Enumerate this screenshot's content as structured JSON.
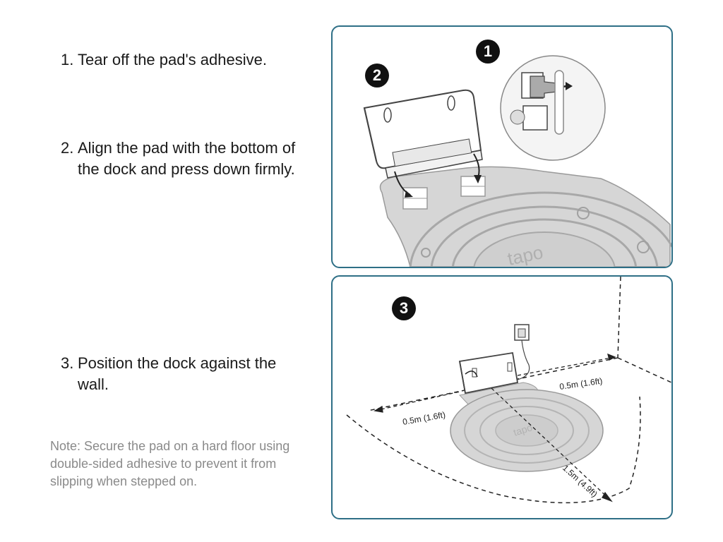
{
  "steps": [
    {
      "num": "1.",
      "text": "Tear off the pad's adhesive."
    },
    {
      "num": "2.",
      "text": "Align the pad with the bottom of the dock and press down firmly."
    },
    {
      "num": "3.",
      "text": "Position the dock against the wall."
    }
  ],
  "note": "Note: Secure the pad on a hard floor using double-sided adhesive to prevent it from slipping when stepped on.",
  "badges": {
    "one": "1",
    "two": "2",
    "three": "3"
  },
  "brand_mark": "tapo",
  "dimensions": {
    "right_clearance": "0.5m (1.6ft)",
    "left_clearance": "0.5m (1.6ft)",
    "front_clearance": "1.5m (4.9ft)"
  },
  "colors": {
    "panel_border": "#2e6f86",
    "pad_fill": "#d6d6d6",
    "text": "#1a1a1a",
    "note": "#8a8a8a"
  }
}
